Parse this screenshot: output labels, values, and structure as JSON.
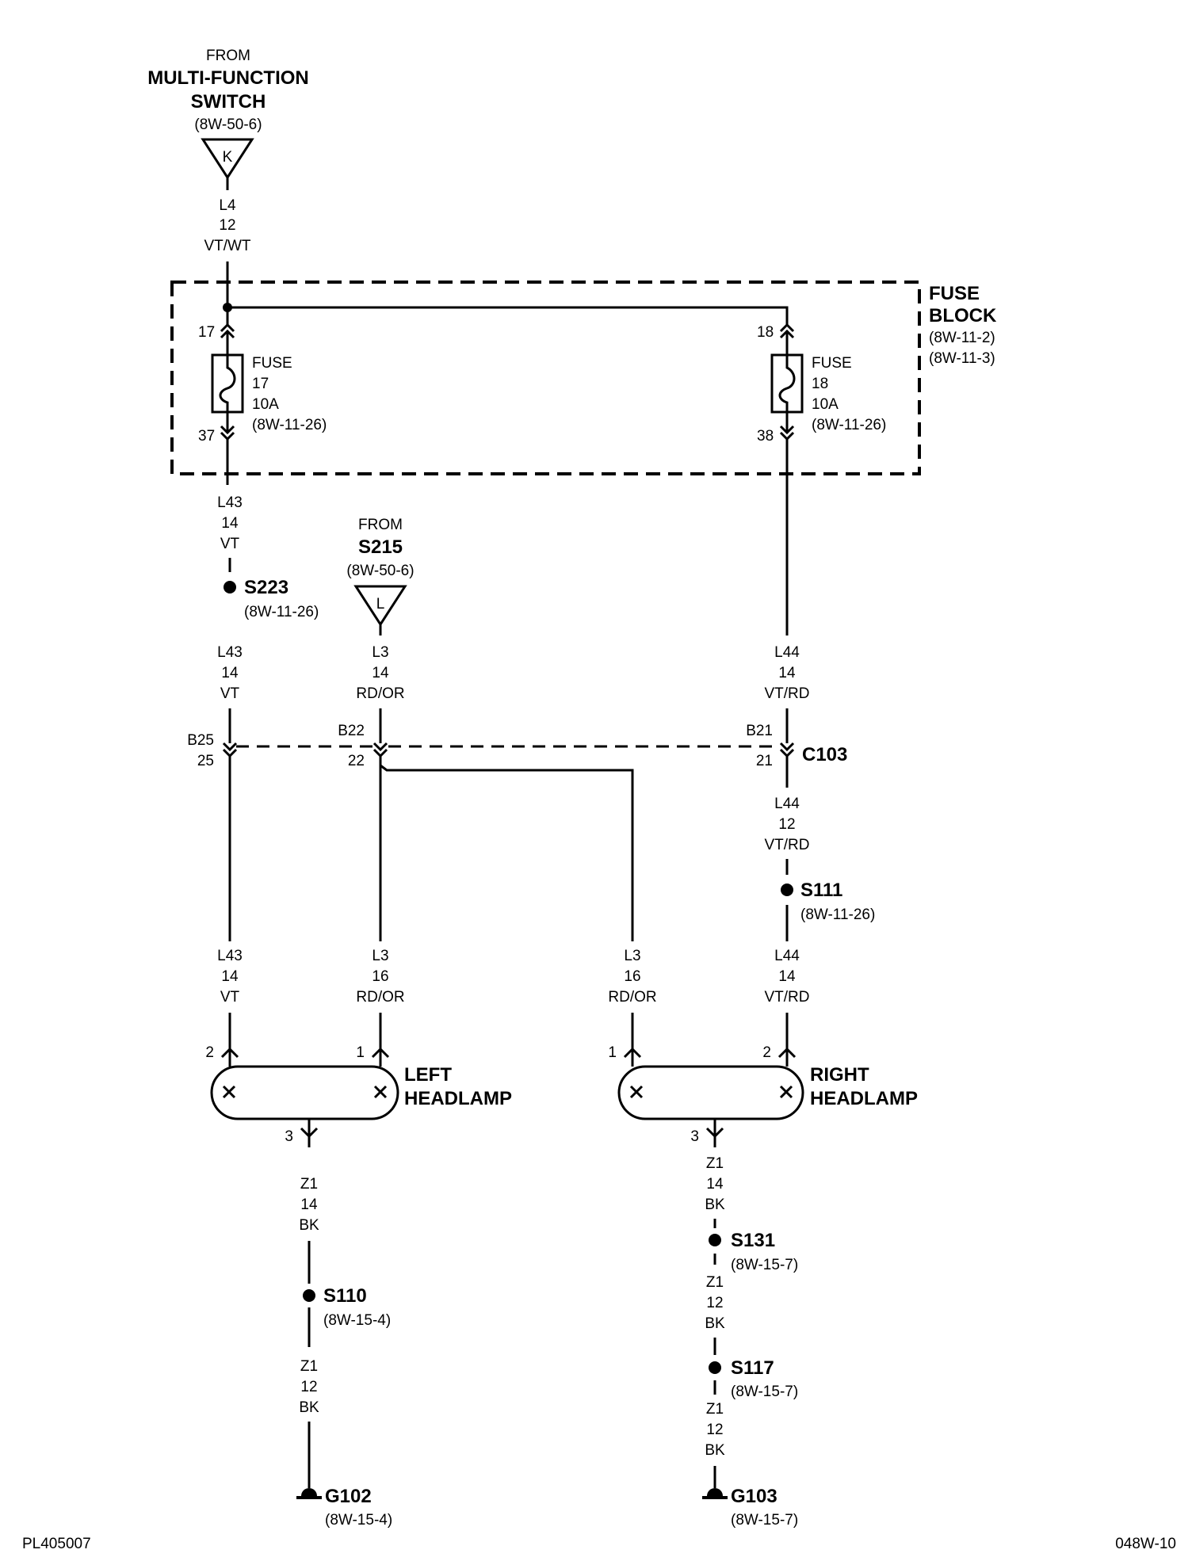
{
  "header": {
    "from_label": "FROM",
    "source_line1": "MULTI-FUNCTION",
    "source_line2": "SWITCH",
    "source_ref": "(8W-50-6)",
    "source_connector": "K",
    "wire_circuit": "L4",
    "wire_gauge": "12",
    "wire_color": "VT/WT"
  },
  "fuse_block": {
    "title_line1": "FUSE",
    "title_line2": "BLOCK",
    "ref1": "(8W-11-2)",
    "ref2": "(8W-11-3)",
    "fuses": [
      {
        "pin_in": "17",
        "pin_out": "37",
        "label": "FUSE",
        "number": "17",
        "rating": "10A",
        "ref": "(8W-11-26)"
      },
      {
        "pin_in": "18",
        "pin_out": "38",
        "label": "FUSE",
        "number": "18",
        "rating": "10A",
        "ref": "(8W-11-26)"
      }
    ]
  },
  "left_branch": {
    "wire_a": {
      "circuit": "L43",
      "gauge": "14",
      "color": "VT"
    },
    "splice": {
      "name": "S223",
      "ref": "(8W-11-26)"
    },
    "wire_b": {
      "circuit": "L43",
      "gauge": "14",
      "color": "VT"
    },
    "wire_c": {
      "circuit": "L43",
      "gauge": "14",
      "color": "VT"
    }
  },
  "s215": {
    "from_label": "FROM",
    "name": "S215",
    "ref": "(8W-50-6)",
    "connector": "L",
    "wire": {
      "circuit": "L3",
      "gauge": "14",
      "color": "RD/OR"
    }
  },
  "right_branch": {
    "wire_a": {
      "circuit": "L44",
      "gauge": "14",
      "color": "VT/RD"
    },
    "wire_b": {
      "circuit": "L44",
      "gauge": "12",
      "color": "VT/RD"
    },
    "splice": {
      "name": "S111",
      "ref": "(8W-11-26)"
    },
    "wire_c": {
      "circuit": "L44",
      "gauge": "14",
      "color": "VT/RD"
    }
  },
  "connector_c103": {
    "name": "C103",
    "pins": [
      {
        "top": "B25",
        "bottom": "25"
      },
      {
        "top": "B22",
        "bottom": "22"
      },
      {
        "top": "B21",
        "bottom": "21"
      }
    ]
  },
  "lower_l3": {
    "left": {
      "circuit": "L3",
      "gauge": "16",
      "color": "RD/OR"
    },
    "right": {
      "circuit": "L3",
      "gauge": "16",
      "color": "RD/OR"
    }
  },
  "left_headlamp": {
    "line1": "LEFT",
    "line2": "HEADLAMP",
    "pin_a": "2",
    "pin_b": "1",
    "pin_ground": "3",
    "ground_wire_a": {
      "circuit": "Z1",
      "gauge": "14",
      "color": "BK"
    },
    "splice": {
      "name": "S110",
      "ref": "(8W-15-4)"
    },
    "ground_wire_b": {
      "circuit": "Z1",
      "gauge": "12",
      "color": "BK"
    },
    "ground": {
      "name": "G102",
      "ref": "(8W-15-4)"
    }
  },
  "right_headlamp": {
    "line1": "RIGHT",
    "line2": "HEADLAMP",
    "pin_a": "1",
    "pin_b": "2",
    "pin_ground": "3",
    "ground_wire_a": {
      "circuit": "Z1",
      "gauge": "14",
      "color": "BK"
    },
    "splice1": {
      "name": "S131",
      "ref": "(8W-15-7)"
    },
    "ground_wire_b": {
      "circuit": "Z1",
      "gauge": "12",
      "color": "BK"
    },
    "splice2": {
      "name": "S117",
      "ref": "(8W-15-7)"
    },
    "ground_wire_c": {
      "circuit": "Z1",
      "gauge": "12",
      "color": "BK"
    },
    "ground": {
      "name": "G103",
      "ref": "(8W-15-7)"
    }
  },
  "footer": {
    "left_code": "PL405007",
    "right_code": "048W-10"
  }
}
